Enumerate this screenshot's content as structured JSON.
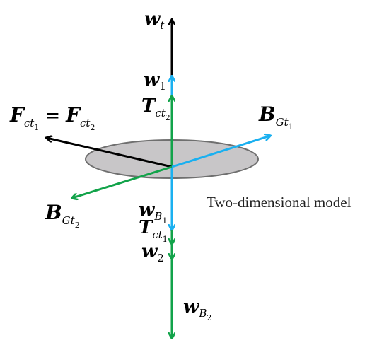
{
  "colors": {
    "black": "#000000",
    "blue": "#1ab0f0",
    "green": "#12a34a",
    "disk_fill": "#c8c6c8",
    "disk_stroke": "#6f6f6f"
  },
  "labels": {
    "w_t": {
      "main": "w",
      "sub": "t"
    },
    "w_1": {
      "main": "w",
      "sub": "1"
    },
    "T_ct2": {
      "main": "T",
      "sub": "ct",
      "subsub": "2"
    },
    "F_ct": {
      "main_left": "F",
      "sub_left": "ct",
      "subsub_left": "1",
      "equals": "=",
      "main_right": "F",
      "sub_right": "ct",
      "subsub_right": "2"
    },
    "B_Gt1": {
      "main": "B",
      "sub": "Gt",
      "subsub": "1"
    },
    "B_Gt2": {
      "main": "B",
      "sub": "Gt",
      "subsub": "2"
    },
    "w_B1": {
      "main": "w",
      "sub": "B",
      "subsub": "1"
    },
    "T_ct1": {
      "main": "T",
      "sub": "ct",
      "subsub": "1"
    },
    "w_2": {
      "main": "w",
      "sub": "2"
    },
    "w_B2": {
      "main": "w",
      "sub": "B",
      "subsub": "2"
    }
  },
  "caption": "Two-dimensional model"
}
